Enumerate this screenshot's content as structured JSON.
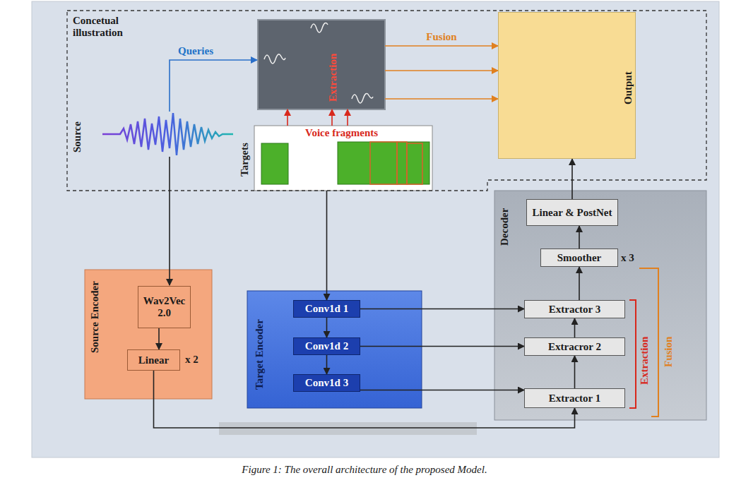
{
  "diagram": {
    "caption": "Figure 1: The overall architecture of the proposed Model.",
    "nodes": [
      {
        "text": [
          "Concetual illustration"
        ]
      },
      {
        "text": [
          "Extraction"
        ],
        "in": 0
      },
      {
        "text": [
          "Targets",
          "Voice fragments"
        ],
        "in": 0
      },
      {
        "text": [
          "Output"
        ],
        "in": 0
      },
      {
        "text": [
          "Source Encoder"
        ]
      },
      {
        "text": [
          "Wav2Vec 2.0"
        ],
        "in": 4
      },
      {
        "text": [
          "Linear"
        ],
        "in": 4
      },
      {
        "text": [
          "Target Encoder"
        ]
      },
      {
        "text": [
          "Conv1d 1"
        ],
        "in": 7
      },
      {
        "text": [
          "Conv1d 2"
        ],
        "in": 7
      },
      {
        "text": [
          "Conv1d 3"
        ],
        "in": 7
      },
      {
        "text": [
          "Decoder"
        ]
      },
      {
        "text": [
          "Linear & PostNet"
        ],
        "in": 11
      },
      {
        "text": [
          "Smoother"
        ],
        "in": 11
      },
      {
        "text": [
          "Extractor 3"
        ],
        "in": 11
      },
      {
        "text": [
          "Extracror 2"
        ],
        "in": 11
      },
      {
        "text": [
          "Extractor 1"
        ],
        "in": 11
      }
    ],
    "edges": [
      {
        "from": 8,
        "to": 9,
        "arrow": "to"
      },
      {
        "from": 9,
        "to": 10,
        "arrow": "to"
      },
      {
        "from": 5,
        "to": 6,
        "arrow": "to"
      },
      {
        "from": 8,
        "to": 14,
        "arrow": "to"
      },
      {
        "from": 9,
        "to": 15,
        "arrow": "to"
      },
      {
        "from": 10,
        "to": 16,
        "arrow": "to"
      },
      {
        "from": 6,
        "to": 16,
        "arrow": "to"
      },
      {
        "from": 16,
        "to": 15,
        "arrow": "to"
      },
      {
        "from": 15,
        "to": 14,
        "arrow": "to"
      },
      {
        "from": 14,
        "to": 13,
        "arrow": "to"
      },
      {
        "from": 13,
        "to": 12,
        "arrow": "to"
      },
      {
        "from": 12,
        "to": 3,
        "arrow": "to"
      },
      {
        "from": 2,
        "to": 1,
        "arrow": "to"
      },
      {
        "from": 2,
        "to": 1,
        "arrow": "to"
      },
      {
        "from": 2,
        "to": 1,
        "arrow": "to"
      },
      {
        "from": 2,
        "to": 8,
        "arrow": "to"
      },
      {
        "from": 1,
        "to": 3,
        "label": "Fusion",
        "arrow": "to"
      },
      {
        "from": 1,
        "to": 3,
        "arrow": "to"
      },
      {
        "from": 1,
        "to": 3,
        "arrow": "to"
      }
    ],
    "labels": [
      "Source",
      "Queries",
      "x 2",
      "x 3",
      "Extraction",
      "Fusion"
    ]
  }
}
